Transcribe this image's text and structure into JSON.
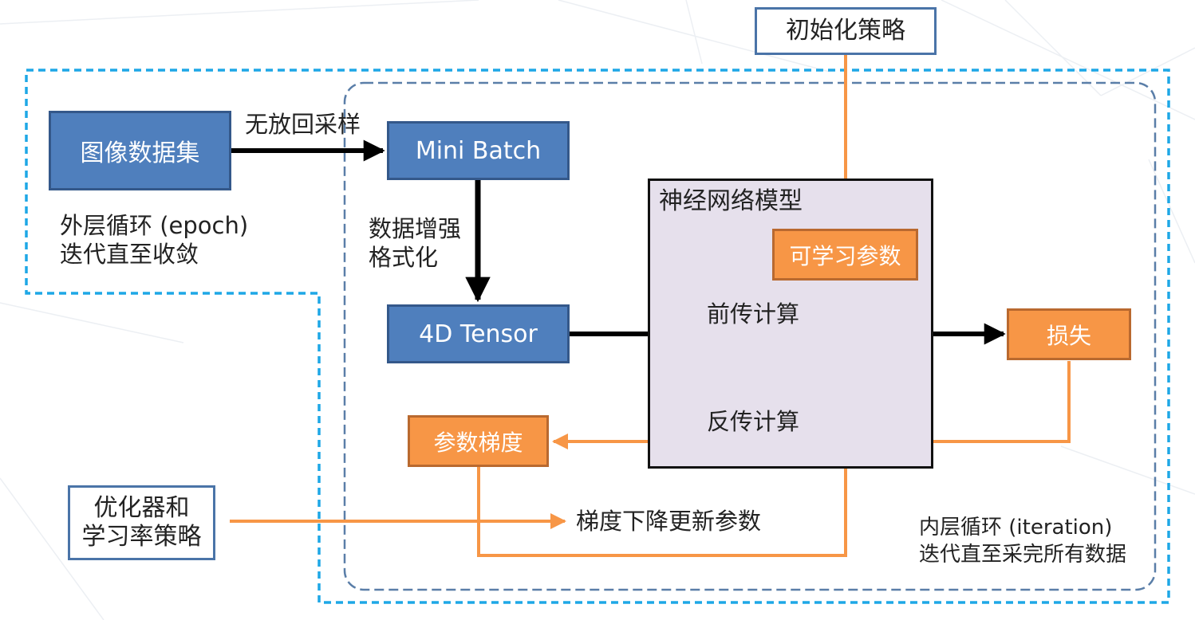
{
  "nodes": {
    "dataset": "图像数据集",
    "mini_batch": "Mini Batch",
    "tensor_4d": "4D Tensor",
    "model": "神经网络模型",
    "learnable_params": "可学习参数",
    "loss": "损失",
    "param_gradient": "参数梯度",
    "init_strategy": "初始化策略",
    "optimizer_line1": "优化器和",
    "optimizer_line2": "学习率策略"
  },
  "edge_labels": {
    "sampling": "无放回采样",
    "augment_line1": "数据增强",
    "augment_line2": "格式化",
    "forward": "前传计算",
    "backward": "反传计算",
    "update": "梯度下降更新参数"
  },
  "loops": {
    "outer_line1": "外层循环 (epoch)",
    "outer_line2": "迭代直至收敛",
    "inner_line1": "内层循环 (iteration)",
    "inner_line2": "迭代直至采完所有数据"
  },
  "colors": {
    "blue_box": "#4f7fbd",
    "orange_box": "#f79646",
    "orange_arrow": "#f79646",
    "outer_loop_dash": "#1ea7e6",
    "inner_loop_dash": "#5a7ea8",
    "model_fill": "#e6e0ec"
  }
}
